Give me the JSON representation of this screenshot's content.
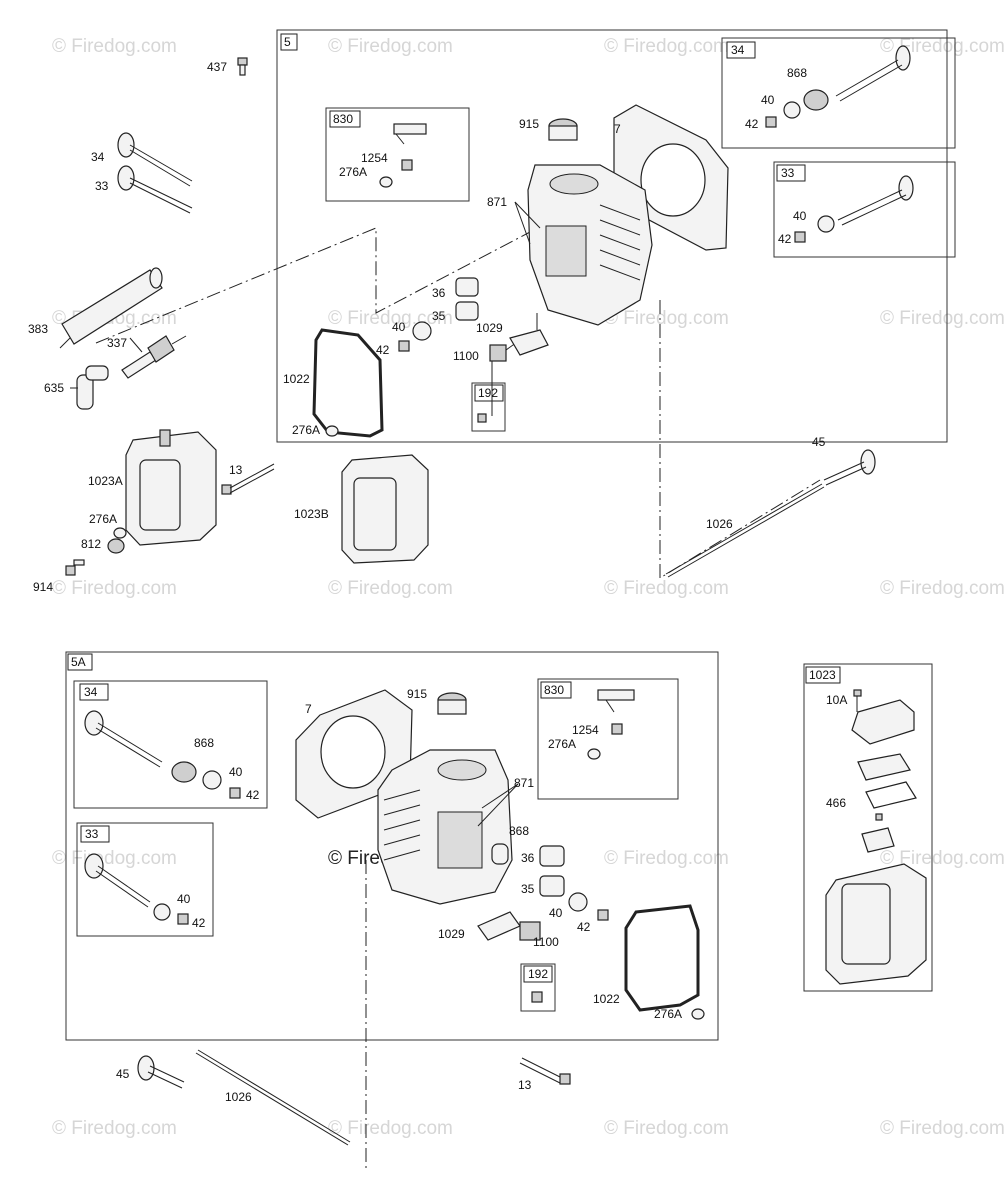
{
  "watermark": "© Firedog.com",
  "groups": [
    {
      "id": "5",
      "label": "5"
    },
    {
      "id": "5A",
      "label": "5A"
    },
    {
      "id": "1023",
      "label": "1023"
    }
  ],
  "subkits": [
    {
      "label": "34"
    },
    {
      "label": "33"
    },
    {
      "label": "830"
    },
    {
      "label": "192"
    },
    {
      "label": "34"
    },
    {
      "label": "33"
    },
    {
      "label": "830"
    },
    {
      "label": "192"
    }
  ],
  "part_labels": {
    "top_left": [
      "437",
      "34",
      "33",
      "383",
      "337",
      "635",
      "1023A",
      "13",
      "276A",
      "812",
      "914",
      "1023B"
    ],
    "group5": [
      "830",
      "1254",
      "276A",
      "915",
      "7",
      "871",
      "36",
      "35",
      "40",
      "42",
      "1029",
      "1100",
      "1022",
      "276A",
      "192",
      "34",
      "868",
      "40",
      "42",
      "33",
      "40",
      "42",
      "45",
      "1026"
    ],
    "group5A": [
      "34",
      "868",
      "40",
      "42",
      "33",
      "40",
      "42",
      "7",
      "915",
      "830",
      "1254",
      "276A",
      "871",
      "868",
      "36",
      "35",
      "40",
      "42",
      "1029",
      "1100",
      "192",
      "1022",
      "276A"
    ],
    "group1023": [
      "10A",
      "466"
    ],
    "bottom": [
      "45",
      "1026",
      "13"
    ]
  }
}
